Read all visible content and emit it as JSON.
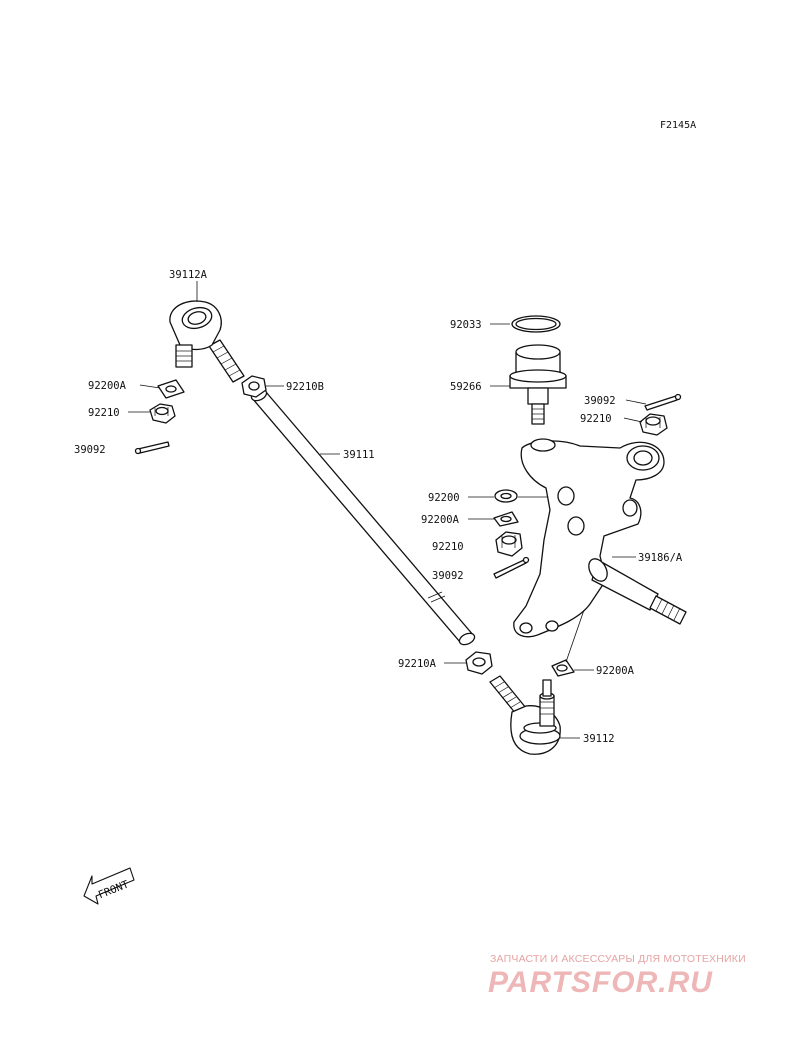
{
  "figure_id": "F2145A",
  "callouts": {
    "c39112A": "39112A",
    "c92200A_left": "92200A",
    "c92210_left": "92210",
    "c39092_left": "39092",
    "c92210B": "92210B",
    "c39111": "39111",
    "c92033": "92033",
    "c59266": "59266",
    "c39092_right": "39092",
    "c92210_right": "92210",
    "c92200_mid": "92200",
    "c92200A_mid": "92200A",
    "c92210_mid": "92210",
    "c39092_mid": "39092",
    "c39186": "39186/A",
    "c92210A": "92210A",
    "c92200A_lower": "92200A",
    "c39112": "39112"
  },
  "front_arrow_label": "FRONT",
  "watermark": {
    "caption": "ЗАПЧАСТИ И АКСЕССУАРЫ ДЛЯ МОТОТЕХНИКИ",
    "logo": "PARTSFOR.RU"
  }
}
